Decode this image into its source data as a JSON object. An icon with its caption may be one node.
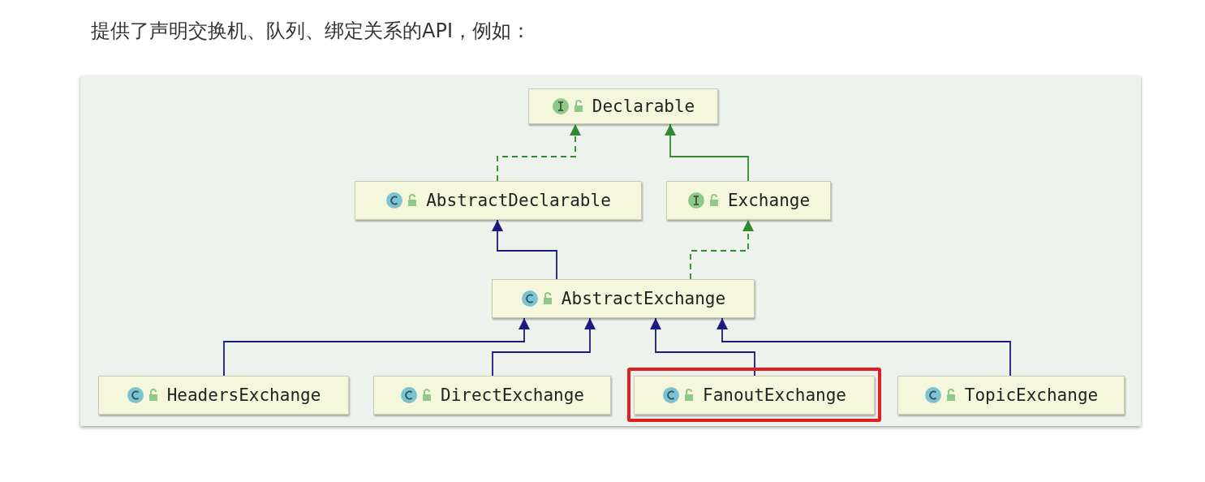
{
  "diagram": {
    "title": "提供了声明交换机、队列、绑定关系的API，例如：",
    "nodes": [
      {
        "text": [
          "Declarable"
        ]
      },
      {
        "text": [
          "AbstractDeclarable"
        ]
      },
      {
        "text": [
          "Exchange"
        ]
      },
      {
        "text": [
          "AbstractExchange"
        ]
      },
      {
        "text": [
          "HeadersExchange"
        ]
      },
      {
        "text": [
          "DirectExchange"
        ]
      },
      {
        "text": [
          "FanoutExchange"
        ]
      },
      {
        "text": [
          "TopicExchange"
        ]
      }
    ],
    "edges": [
      {
        "from": 1,
        "to": 0,
        "arrow": "to",
        "style": "dashed",
        "color": "#2f8a2f"
      },
      {
        "from": 2,
        "to": 0,
        "arrow": "to",
        "color": "#2f8a2f"
      },
      {
        "from": 3,
        "to": 1,
        "arrow": "to"
      },
      {
        "from": 3,
        "to": 2,
        "arrow": "to",
        "style": "dashed",
        "color": "#2f8a2f"
      },
      {
        "from": 4,
        "to": 3,
        "arrow": "to"
      },
      {
        "from": 5,
        "to": 3,
        "arrow": "to"
      },
      {
        "from": 6,
        "to": 3,
        "arrow": "to"
      },
      {
        "from": 7,
        "to": 3,
        "arrow": "to"
      }
    ]
  }
}
